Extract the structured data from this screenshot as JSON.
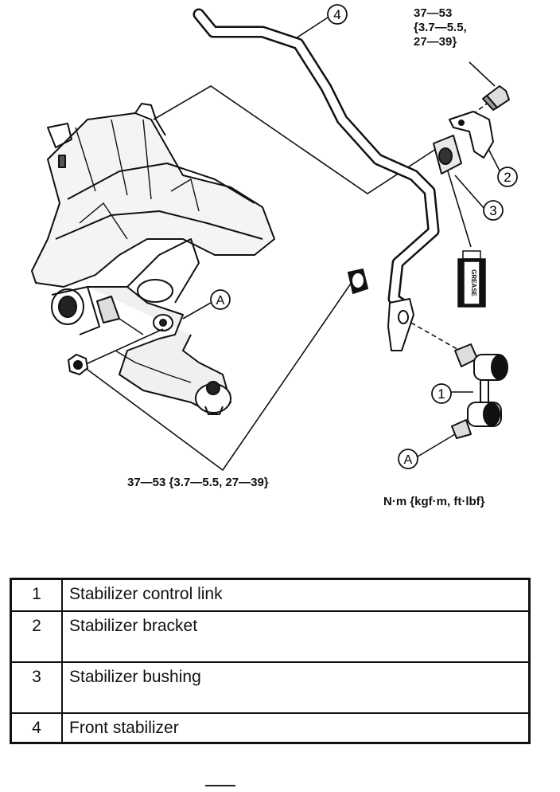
{
  "diagram": {
    "callout_numbers": [
      "1",
      "2",
      "3",
      "4"
    ],
    "callout_letters": [
      "A",
      "A"
    ],
    "grease_label": "GREASE",
    "torque_bolt_line1": "37—53",
    "torque_bolt_line2": "{3.7—5.5,",
    "torque_bolt_line3": "27—39}",
    "torque_nut": "37—53 {3.7—5.5, 27—39}",
    "units": "N·m {kgf·m, ft·lbf}"
  },
  "parts_table": {
    "rows": [
      {
        "number": "1",
        "name": "Stabilizer control link"
      },
      {
        "number": "2",
        "name": "Stabilizer bracket"
      },
      {
        "number": "3",
        "name": "Stabilizer bushing"
      },
      {
        "number": "4",
        "name": "Front stabilizer"
      }
    ]
  }
}
